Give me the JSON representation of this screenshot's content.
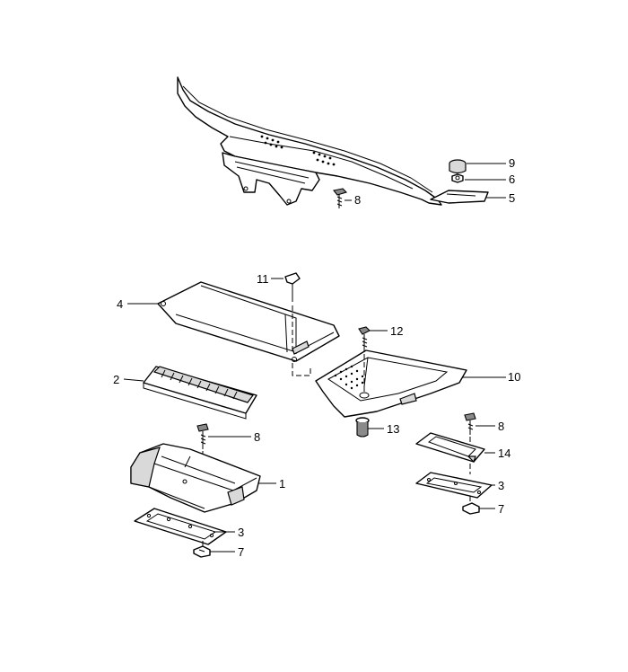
{
  "callouts": [
    {
      "id": "c1",
      "label": "1"
    },
    {
      "id": "c2",
      "label": "2"
    },
    {
      "id": "c3a",
      "label": "3"
    },
    {
      "id": "c3b",
      "label": "3"
    },
    {
      "id": "c4",
      "label": "4"
    },
    {
      "id": "c5",
      "label": "5"
    },
    {
      "id": "c6",
      "label": "6"
    },
    {
      "id": "c7a",
      "label": "7"
    },
    {
      "id": "c7b",
      "label": "7"
    },
    {
      "id": "c8a",
      "label": "8"
    },
    {
      "id": "c8b",
      "label": "8"
    },
    {
      "id": "c8c",
      "label": "8"
    },
    {
      "id": "c9",
      "label": "9"
    },
    {
      "id": "c10",
      "label": "10"
    },
    {
      "id": "c11",
      "label": "11"
    },
    {
      "id": "c12",
      "label": "12"
    },
    {
      "id": "c13",
      "label": "13"
    },
    {
      "id": "c14",
      "label": "14"
    }
  ]
}
